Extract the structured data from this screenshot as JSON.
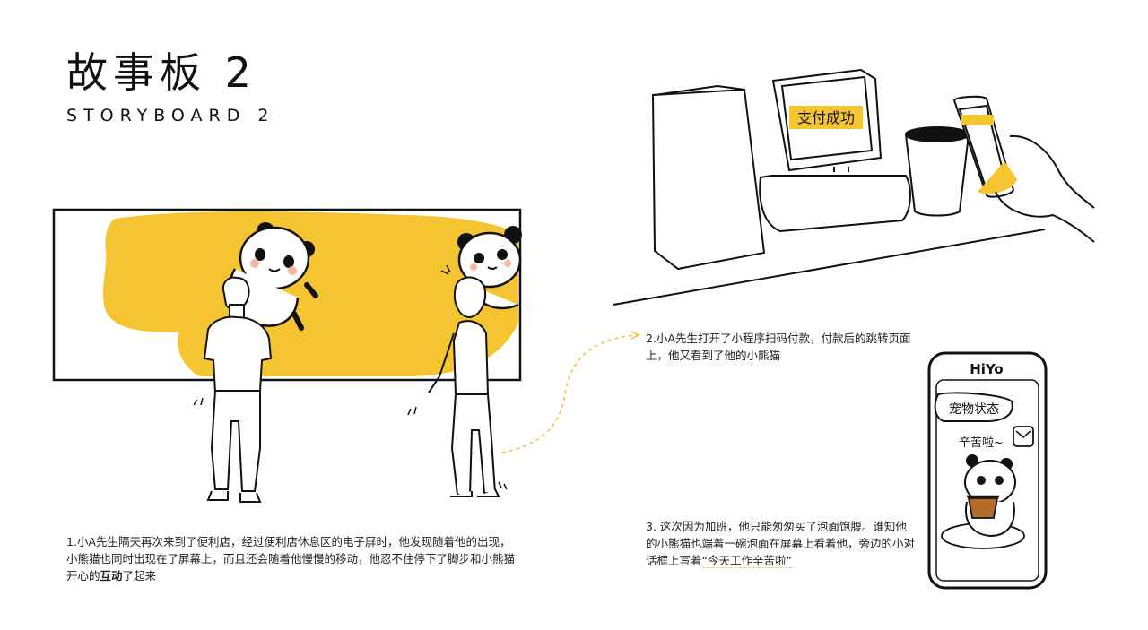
{
  "title": "故事板 2",
  "subtitle": "STORYBOARD 2",
  "scene1": {
    "caption_pre": "1.小A先生隔天再次来到了便利店，经过便利店休息区的电子屏时，他发现随着他的出现，小熊猫也同时出现在了屏幕上，而且还会随着他慢慢的移动，他忍不住停下了脚步和小熊猫开心的",
    "caption_bold": "互动",
    "caption_post": "了起来"
  },
  "scene2": {
    "caption": "2.小A先生打开了小程序扫码付款，付款后的跳转页面上，他又看到了他的小熊猫",
    "screen_text": "支付成功"
  },
  "scene3": {
    "caption_pre": "3. 这次因为加班，他只能匆匆买了泡面饱腹。谁知他的小熊猫也端着一碗泡面在屏幕上看着他，旁边的小对话框上写着",
    "caption_quote": "“今天工作辛苦啦”",
    "app_name": "HiYo",
    "status_label": "宠物状态",
    "bubble_text": "辛苦啦~"
  },
  "colors": {
    "accent_yellow": "#f4c531",
    "line": "#111111"
  }
}
